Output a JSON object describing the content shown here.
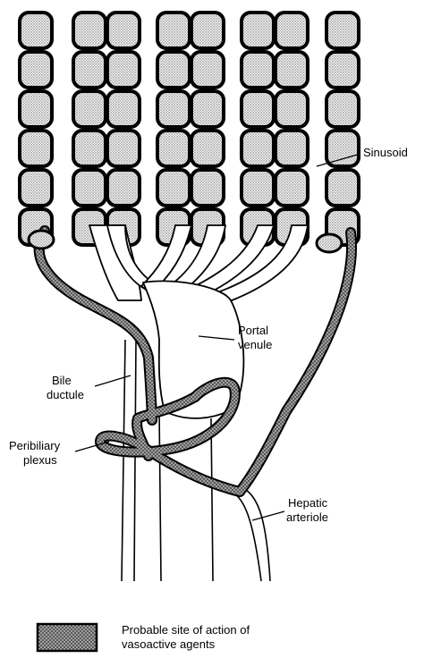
{
  "labels": {
    "sinusoid": "Sinusoid",
    "portal_venule_1": "Portal",
    "portal_venule_2": "venule",
    "bile_ductule_1": "Bile",
    "bile_ductule_2": "ductule",
    "peribiliary_plexus_1": "Peribiliary",
    "peribiliary_plexus_2": "plexus",
    "hepatic_arteriole_1": "Hepatic",
    "hepatic_arteriole_2": "arteriole"
  },
  "legend": {
    "line1": "Probable site of action of",
    "line2": "vasoactive agents"
  },
  "colors": {
    "outline": "#000000",
    "cell_fill": "#d9d9d9",
    "vasoactive_fill": "#9a9a9a"
  }
}
